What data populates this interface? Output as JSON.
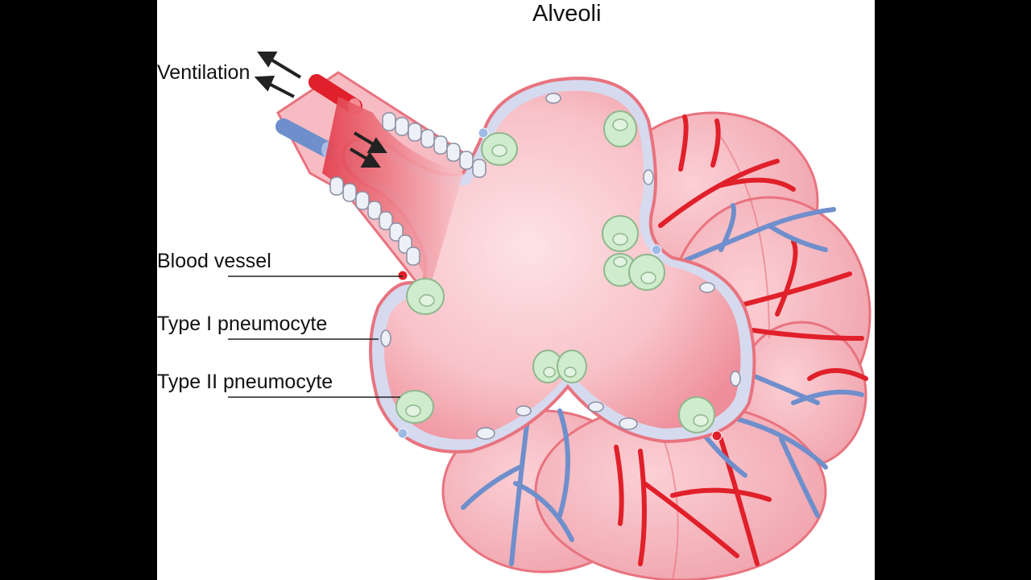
{
  "title": "Alveoli",
  "labels": {
    "ventilation": "Ventilation",
    "blood_vessel": "Blood vessel",
    "type1": "Type I pneumocyte",
    "type2": "Type II pneumocyte"
  },
  "colors": {
    "letterbox": "#000000",
    "background": "#ffffff",
    "alveolus_fill": "#f7b7bf",
    "alveolus_outline": "#e8737f",
    "artery": "#e0202a",
    "vein": "#6f8fcc",
    "pneumocyte_ii": "#cfeccc",
    "type_i_membrane": "#cdd3ea"
  }
}
